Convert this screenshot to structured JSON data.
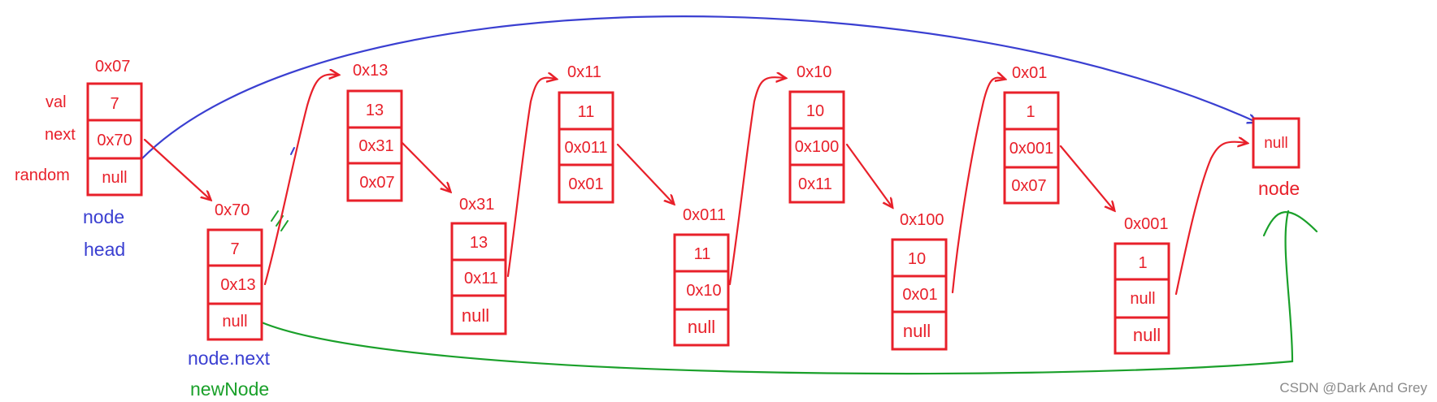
{
  "colors": {
    "red": "#e8202a",
    "blue": "#3a3fd1",
    "green": "#1aa02a"
  },
  "labels": {
    "field_val": "val",
    "field_next": "next",
    "field_random": "random",
    "node_blue": "node",
    "head_blue": "head",
    "node_next_blue": "node.next",
    "new_node_green": "newNode",
    "tail_node_red": "node"
  },
  "nodes": [
    {
      "addr": "0x07",
      "val": "7",
      "next": "0x70",
      "random": "null"
    },
    {
      "addr": "0x70",
      "val": "7",
      "next": "0x13",
      "random": "null"
    },
    {
      "addr": "0x13",
      "val": "13",
      "next": "0x31",
      "random": "0x07"
    },
    {
      "addr": "0x31",
      "val": "13",
      "next": "0x11",
      "random": "null"
    },
    {
      "addr": "0x11",
      "val": "11",
      "next": "0x011",
      "random": "0x01"
    },
    {
      "addr": "0x011",
      "val": "11",
      "next": "0x10",
      "random": "null"
    },
    {
      "addr": "0x10",
      "val": "10",
      "next": "0x100",
      "random": "0x11"
    },
    {
      "addr": "0x100",
      "val": "10",
      "next": "0x01",
      "random": "null"
    },
    {
      "addr": "0x01",
      "val": "1",
      "next": "0x001",
      "random": "0x07"
    },
    {
      "addr": "0x001",
      "val": "1",
      "next": "null",
      "random": "null"
    }
  ],
  "tail": {
    "value": "null"
  },
  "watermark": "CSDN @Dark And Grey"
}
